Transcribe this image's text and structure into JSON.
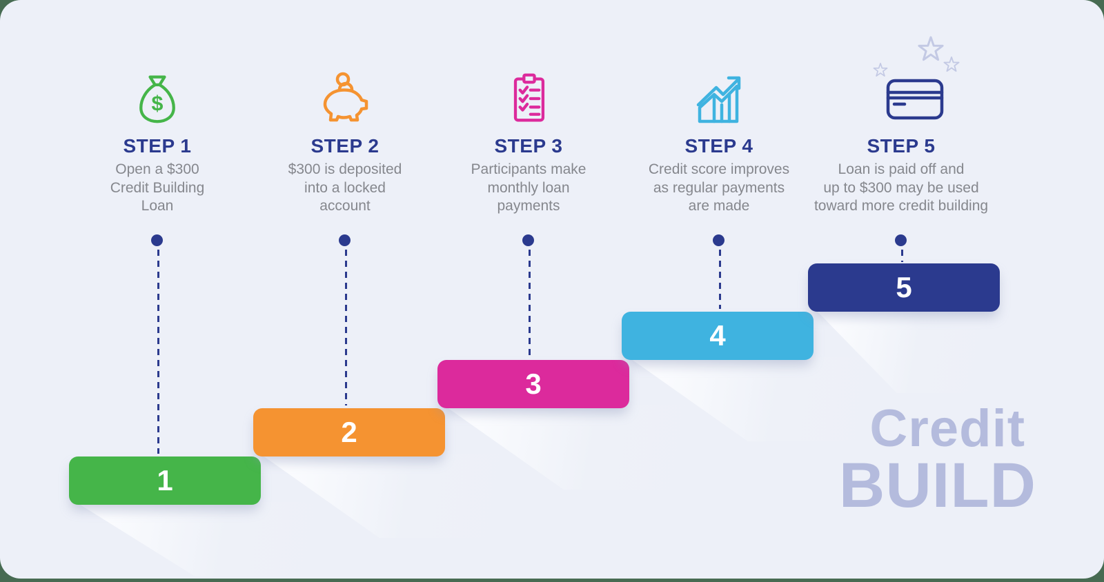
{
  "title": "Credit BUILD steps infographic",
  "colors": {
    "card_background": "#edf0f8",
    "outer_background": "#476b52",
    "navy": "#2b3a8e",
    "gray_text": "#85878d",
    "step1_green": "#45b549",
    "step2_orange": "#f59331",
    "step3_pink": "#dc2a9c",
    "step4_blue": "#3fb3e0",
    "step5_navy": "#2b3a8e",
    "star_lavender": "#c3c9e4",
    "watermark_lavender": "#b4bbdd"
  },
  "watermark": {
    "line1": "Credit",
    "line2": "BUILD"
  },
  "steps": [
    {
      "label": "STEP 1",
      "number": "1",
      "icon": "money-bag-icon",
      "color": "#45b549",
      "lines": [
        "Open a $300",
        "Credit Building",
        "Loan"
      ]
    },
    {
      "label": "STEP 2",
      "number": "2",
      "icon": "piggy-bank-icon",
      "color": "#f59331",
      "lines": [
        "$300 is deposited",
        "into a locked",
        "account"
      ]
    },
    {
      "label": "STEP 3",
      "number": "3",
      "icon": "checklist-clipboard-icon",
      "color": "#dc2a9c",
      "lines": [
        "Participants make",
        "monthly loan",
        "payments"
      ]
    },
    {
      "label": "STEP 4",
      "number": "4",
      "icon": "credit-score-chart-icon",
      "color": "#3fb3e0",
      "lines": [
        "Credit score improves",
        "as regular payments",
        "are made"
      ]
    },
    {
      "label": "STEP 5",
      "number": "5",
      "icon": "credit-card-icon",
      "color": "#2b3a8e",
      "lines": [
        "Loan is paid off and",
        "up to $300 may be used",
        "toward more credit building"
      ]
    }
  ],
  "icon_dollar_glyph": "$"
}
